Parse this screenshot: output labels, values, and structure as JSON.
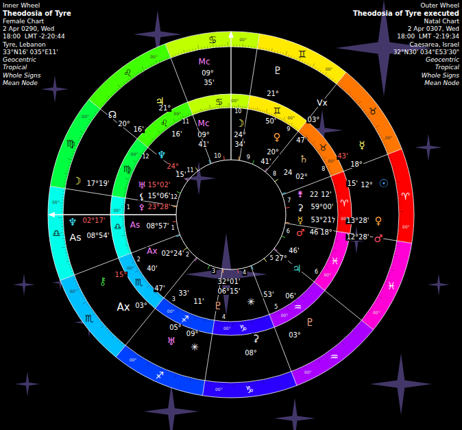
{
  "diagram": {
    "labels": [
      "Inner Wheel",
      "Theodosia of Tyre",
      "Female Chart",
      "2 Apr 0290, Wed",
      "18:00  LMT -2:20:44",
      "Tyre, Lebanon",
      "33°N16' 035°E11'",
      "Geocentric",
      "Tropical",
      "Whole Signs",
      "Mean Node",
      "Outer Wheel",
      "Theodosia of Tyre executed",
      "Natal Chart",
      "2 Apr 0307, Wed",
      "18:00  LMT -2:19:34",
      "Caesarea, Israel",
      "32°N30' 034°E53'30\"",
      "Geocentric",
      "Tropical",
      "Whole Signs",
      "Mean Node",
      "Mc",
      "09°",
      "41'",
      "☽",
      "24°",
      "34'",
      "♀",
      "20°",
      "41'",
      "♄",
      "24",
      "02°",
      "⚵",
      "22",
      "12'",
      "⚳",
      "59°00'",
      "☿",
      "53°21'",
      "♂",
      "46",
      "18°",
      "♃",
      "27°",
      "46'",
      "32°01'",
      "06°15'",
      "♇",
      "✳",
      "♆",
      "24°",
      "15'",
      "♅",
      "15°02'",
      "⚸",
      "15°06'",
      "⚴",
      "23°28'",
      "As",
      "08°57'",
      "Ax",
      "02°24'",
      "Mc",
      "09°",
      "35'",
      "♃",
      "21°",
      "16'",
      "☊",
      "20°",
      "16'",
      "♇",
      "21°",
      "50'",
      "Vx",
      "03°",
      "47'",
      "☿",
      "43'",
      "18°",
      "15'",
      "12°",
      "☉",
      "13°28'",
      "♀",
      "12°28'",
      "♂",
      "06'",
      "03°",
      "♇",
      "53'",
      "08°",
      "⚳",
      "33'",
      "05°",
      "11'",
      "09°",
      "♅",
      "✳",
      "⚷",
      "15°",
      "40'",
      "Ax",
      "03°",
      "47'",
      "As",
      "08°54'",
      "♆",
      "02°17'",
      "☽",
      "17°19'",
      "♈",
      "♉",
      "♊",
      "♋",
      "♌",
      "♍",
      "♎",
      "♏",
      "♐",
      "♑",
      "♒",
      "♓",
      "♈",
      "♉",
      "♊",
      "♋",
      "♌",
      "♍",
      "♎",
      "♏",
      "♐",
      "♑",
      "♒",
      "♓",
      "7",
      "8",
      "9",
      "10",
      "11",
      "12",
      "1",
      "2",
      "3",
      "4",
      "5",
      "6",
      "7",
      "8",
      "9",
      "10",
      "11",
      "12",
      "1",
      "2",
      "3",
      "4",
      "5",
      "6",
      "00°",
      "00°",
      "00°",
      "00°",
      "00°",
      "00°",
      "00°",
      "00°",
      "00°",
      "00°",
      "00°",
      "00°",
      "00°",
      "00°",
      "00°",
      "00°",
      "00°",
      "00°",
      "00°",
      "00°",
      "00°",
      "00°",
      "00°",
      "00°"
    ]
  }
}
